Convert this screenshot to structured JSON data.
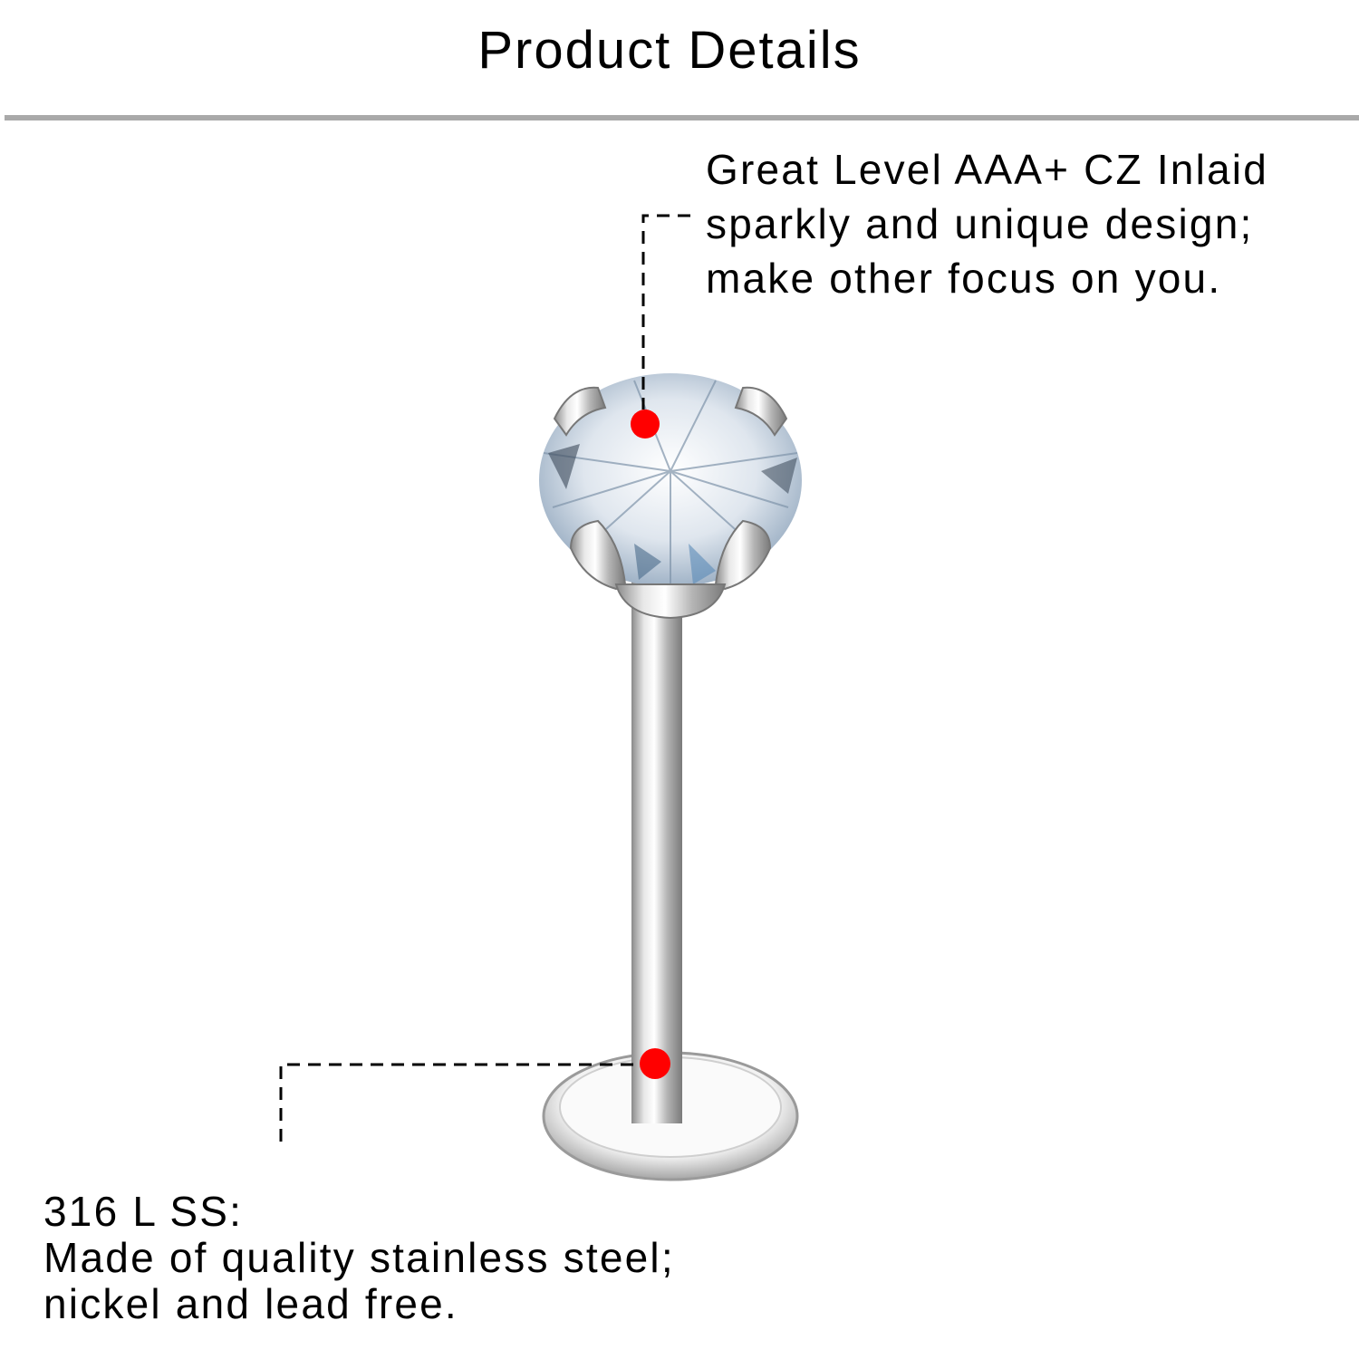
{
  "header": {
    "title": "Product Details"
  },
  "callouts": [
    {
      "lines": [
        "Great Level AAA+ CZ Inlaid",
        "sparkly and unique design;",
        "make other focus on you."
      ]
    },
    {
      "lines": [
        "316 L SS:",
        "Made of quality stainless steel;",
        "nickel and lead free."
      ]
    }
  ],
  "colors": {
    "marker": "#ff0000",
    "rule": "#a9a9a9"
  }
}
